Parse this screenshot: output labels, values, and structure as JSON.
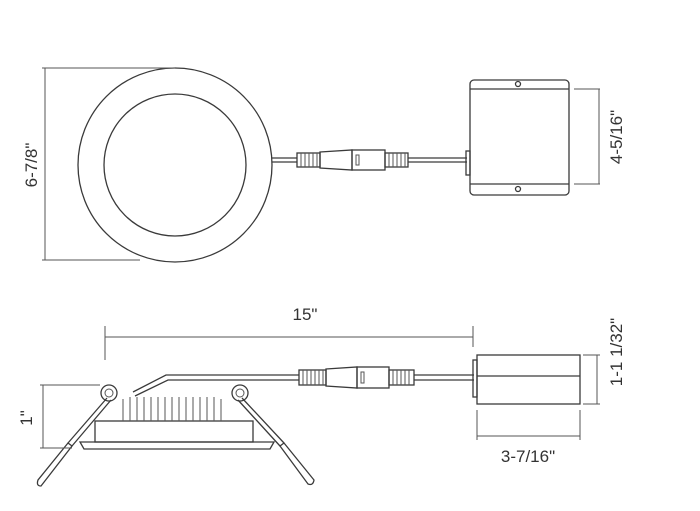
{
  "top_view": {
    "diameter_label": "6-7/8\"",
    "junction_box_width_label": "4-5/16\""
  },
  "side_view": {
    "cable_length_label": "15\"",
    "fixture_height_label": "1\"",
    "junction_box_height_label": "1-1 1/32\"",
    "junction_box_depth_label": "3-7/16\""
  },
  "colors": {
    "line": "#3a3a3a",
    "background": "#ffffff"
  }
}
